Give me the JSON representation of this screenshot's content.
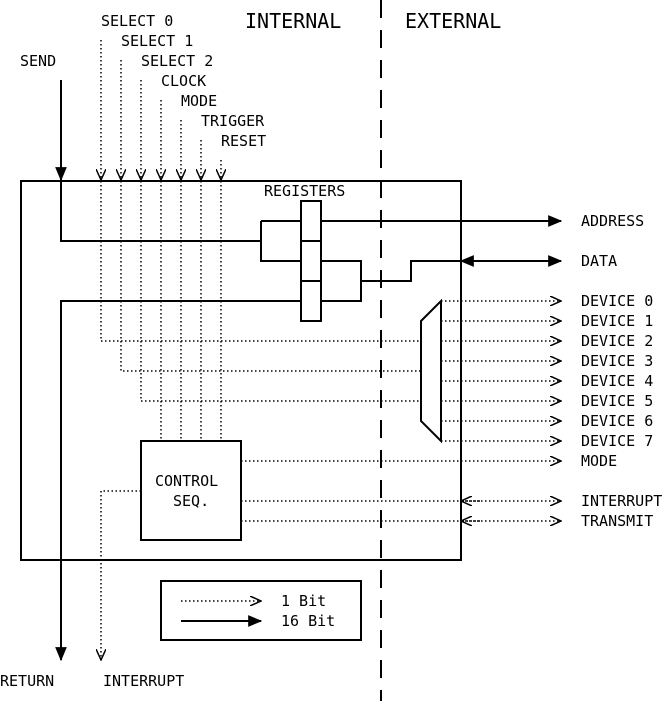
{
  "regions": {
    "internal": "INTERNAL",
    "external": "EXTERNAL"
  },
  "inputs": {
    "send": "SEND",
    "select0": "SELECT 0",
    "select1": "SELECT 1",
    "select2": "SELECT 2",
    "clock": "CLOCK",
    "mode": "MODE",
    "trigger": "TRIGGER",
    "reset": "RESET"
  },
  "blocks": {
    "registers": "REGISTERS",
    "control_line1": "CONTROL",
    "control_line2": "SEQ."
  },
  "outputs": {
    "address": "ADDRESS",
    "data": "DATA",
    "devices": [
      "DEVICE 0",
      "DEVICE 1",
      "DEVICE 2",
      "DEVICE 3",
      "DEVICE 4",
      "DEVICE 5",
      "DEVICE 6",
      "DEVICE 7"
    ],
    "mode": "MODE",
    "interrupt": "INTERRUPT",
    "transmit": "TRANSMIT"
  },
  "bottom": {
    "return": "RETURN",
    "interrupt": "INTERRUPT"
  },
  "legend": {
    "one_bit": "1 Bit",
    "sixteen_bit": "16 Bit"
  }
}
